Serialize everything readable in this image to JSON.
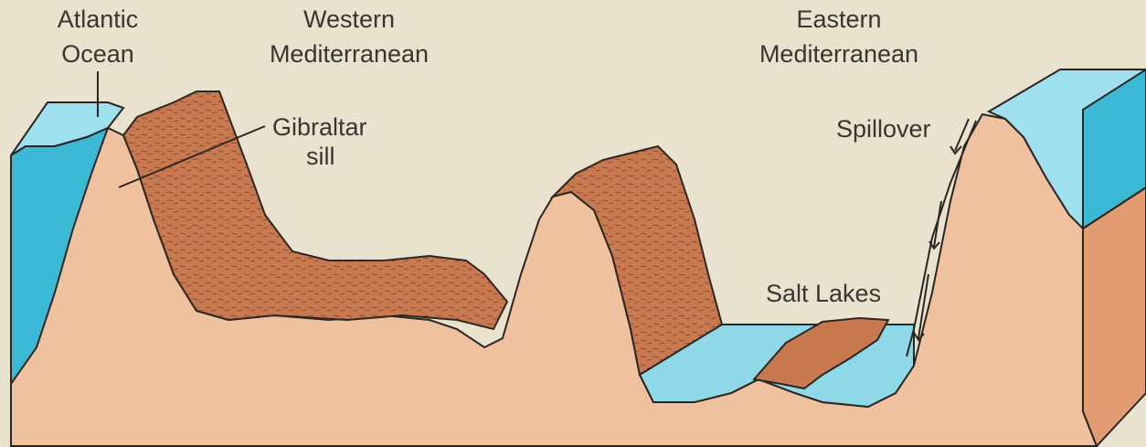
{
  "labels": {
    "atlantic_line1": "Atlantic",
    "atlantic_line2": "Ocean",
    "western_line1": "Western",
    "western_line2": "Mediterranean",
    "eastern_line1": "Eastern",
    "eastern_line2": "Mediterranean",
    "gibraltar_line1": "Gibraltar",
    "gibraltar_line2": "sill",
    "spillover": "Spillover",
    "salt_lakes": "Salt Lakes"
  },
  "colors": {
    "background": "#e9e2cf",
    "seafloor": "#f0c19f",
    "salt_deposit": "#c9794f",
    "water": "#8fd8e8",
    "water_deep": "#3ab8d4",
    "outline": "#2b2622"
  }
}
